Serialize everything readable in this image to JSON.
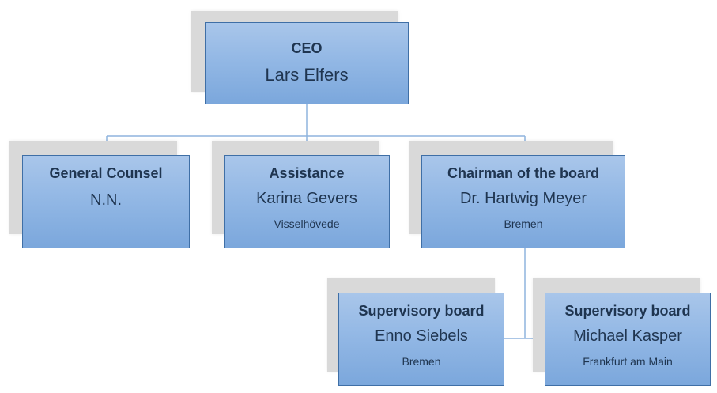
{
  "org_chart": {
    "ceo": {
      "title": "CEO",
      "name": "Lars Elfers"
    },
    "general_counsel": {
      "title": "General Counsel",
      "name": "N.N."
    },
    "assistance": {
      "title": "Assistance",
      "name": "Karina Gevers",
      "location": "Visselhövede"
    },
    "chairman": {
      "title": "Chairman of the board",
      "name": "Dr. Hartwig Meyer",
      "location": "Bremen"
    },
    "supervisory_1": {
      "title": "Supervisory board",
      "name": "Enno Siebels",
      "location": "Bremen"
    },
    "supervisory_2": {
      "title": "Supervisory board",
      "name": "Michael Kasper",
      "location": "Frankfurt am Main"
    }
  },
  "colors": {
    "box_fill": "#93b8e5",
    "box_border": "#3f6fa6",
    "text": "#1f3550",
    "connector": "#8fb4de",
    "shadow": "#d9d9d9"
  }
}
